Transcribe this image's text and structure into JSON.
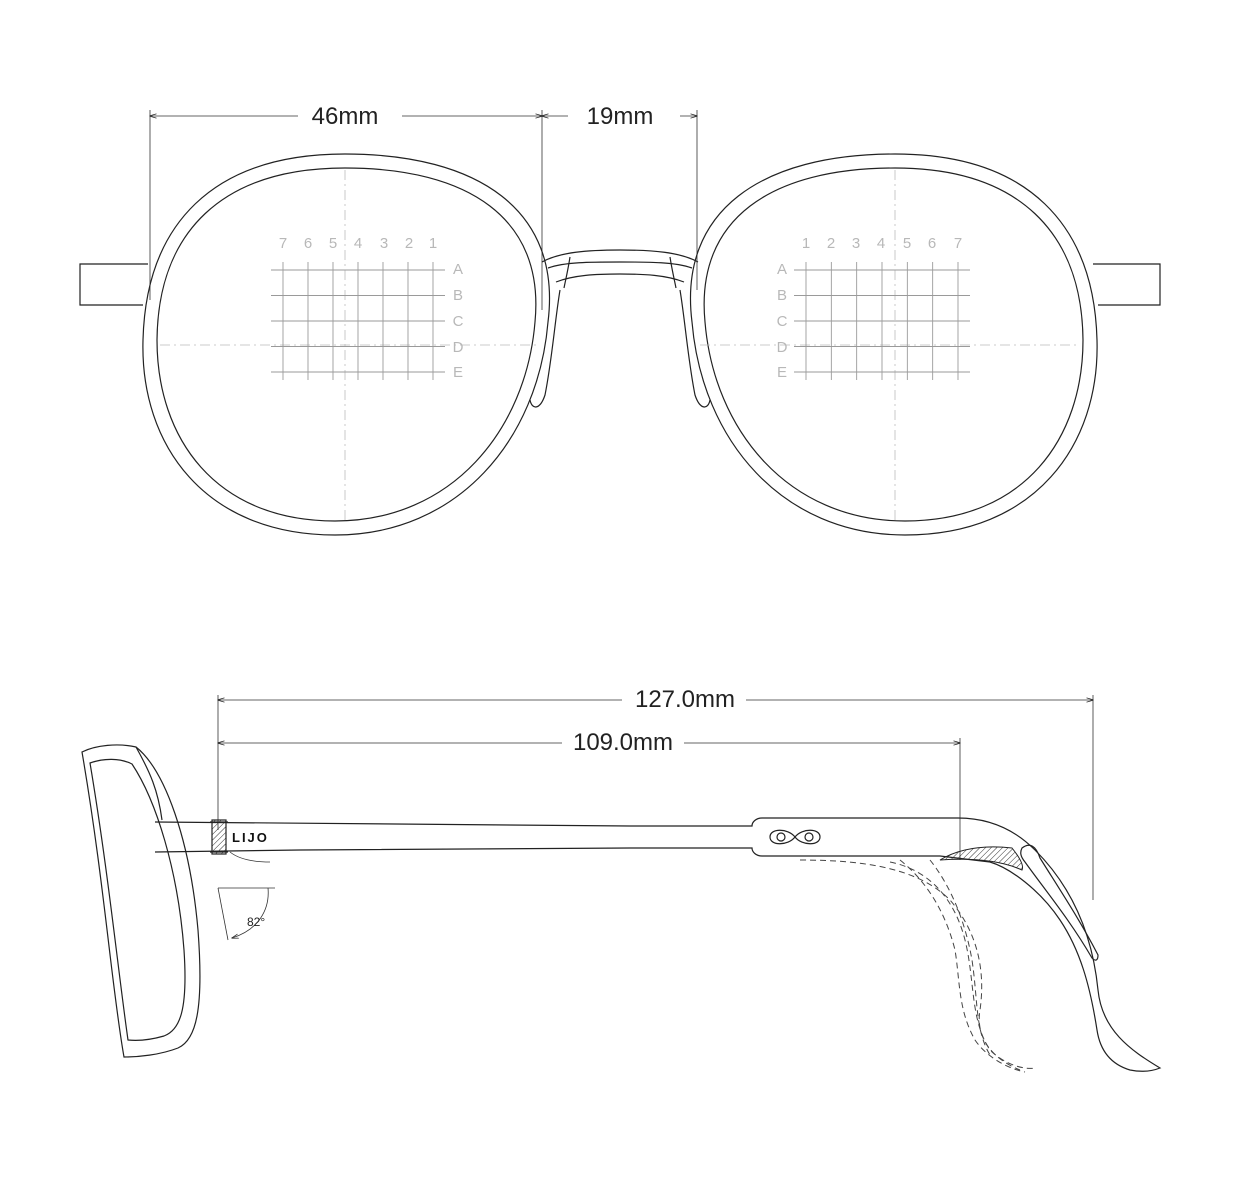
{
  "front_view": {
    "lens_width": "46mm",
    "bridge_width": "19mm",
    "left_lens": {
      "column_labels": [
        "7",
        "6",
        "5",
        "4",
        "3",
        "2",
        "1"
      ],
      "row_labels": [
        "A",
        "B",
        "C",
        "D",
        "E"
      ]
    },
    "right_lens": {
      "column_labels": [
        "1",
        "2",
        "3",
        "4",
        "5",
        "6",
        "7"
      ],
      "row_labels": [
        "A",
        "B",
        "C",
        "D",
        "E"
      ]
    }
  },
  "side_view": {
    "total_length": "127.0mm",
    "temple_length": "109.0mm",
    "pantoscopic_angle": "82°",
    "temple_logo": "LIJO",
    "logo_icon": "infinity-icon"
  },
  "colors": {
    "line": "#222222",
    "grid": "#9a9a9a",
    "label": "#b8b8b8"
  }
}
